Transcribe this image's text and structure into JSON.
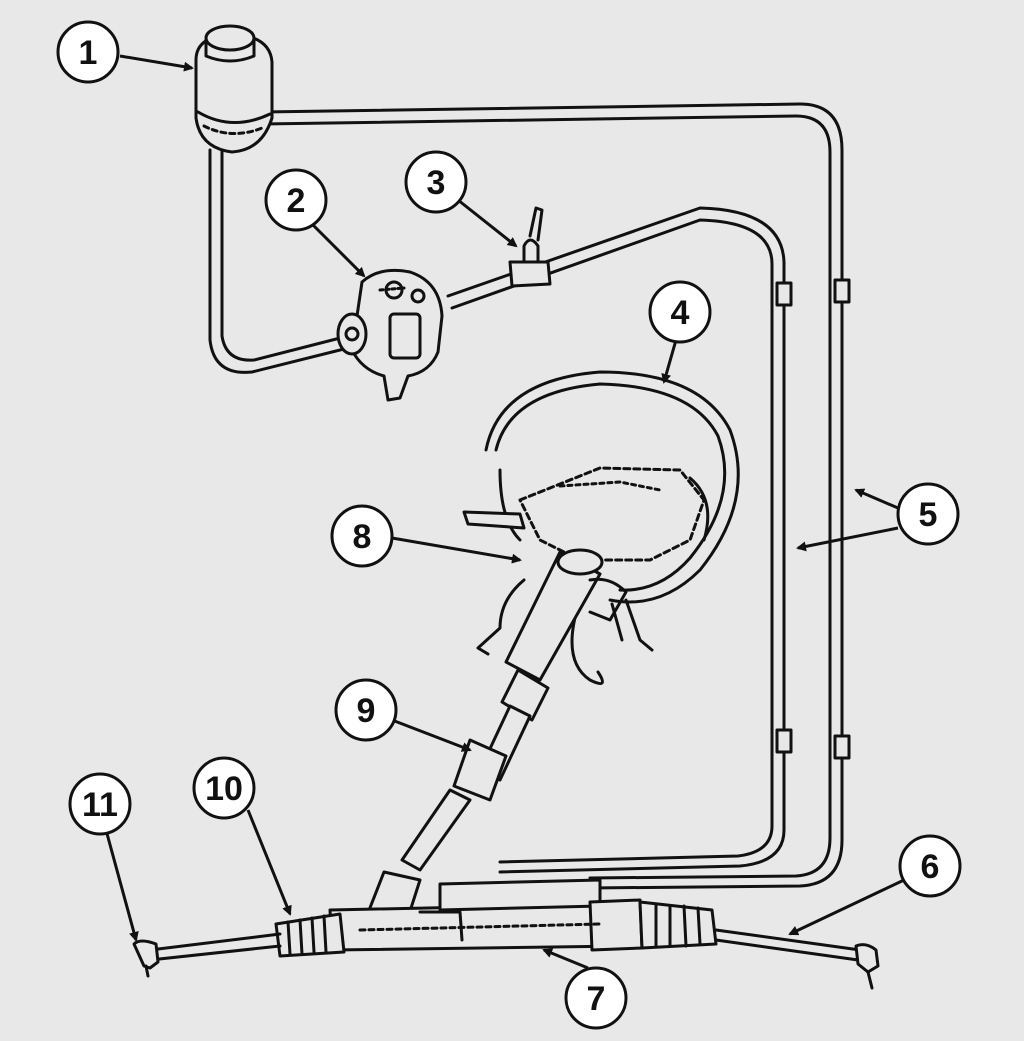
{
  "diagram": {
    "palette": {
      "background": "#e8e8e8",
      "ink": "#111111",
      "label_fill": "#ffffff"
    },
    "callouts": [
      {
        "id": "1",
        "label": "1"
      },
      {
        "id": "2",
        "label": "2"
      },
      {
        "id": "3",
        "label": "3"
      },
      {
        "id": "4",
        "label": "4"
      },
      {
        "id": "5",
        "label": "5"
      },
      {
        "id": "6",
        "label": "6"
      },
      {
        "id": "7",
        "label": "7"
      },
      {
        "id": "8",
        "label": "8"
      },
      {
        "id": "9",
        "label": "9"
      },
      {
        "id": "10",
        "label": "10"
      },
      {
        "id": "11",
        "label": "11"
      }
    ],
    "components": [
      {
        "name": "fluid-reservoir",
        "callout": "1"
      },
      {
        "name": "power-steering-pump",
        "callout": "2"
      },
      {
        "name": "pressure-switch",
        "callout": "3"
      },
      {
        "name": "steering-wheel",
        "callout": "4"
      },
      {
        "name": "pressure-and-return-lines",
        "callout": "5"
      },
      {
        "name": "tie-rod-right",
        "callout": "6"
      },
      {
        "name": "steering-gear-rack",
        "callout": "7"
      },
      {
        "name": "steering-column",
        "callout": "8"
      },
      {
        "name": "intermediate-shaft",
        "callout": "9"
      },
      {
        "name": "rack-boot",
        "callout": "10"
      },
      {
        "name": "tie-rod-end-left",
        "callout": "11"
      }
    ]
  }
}
